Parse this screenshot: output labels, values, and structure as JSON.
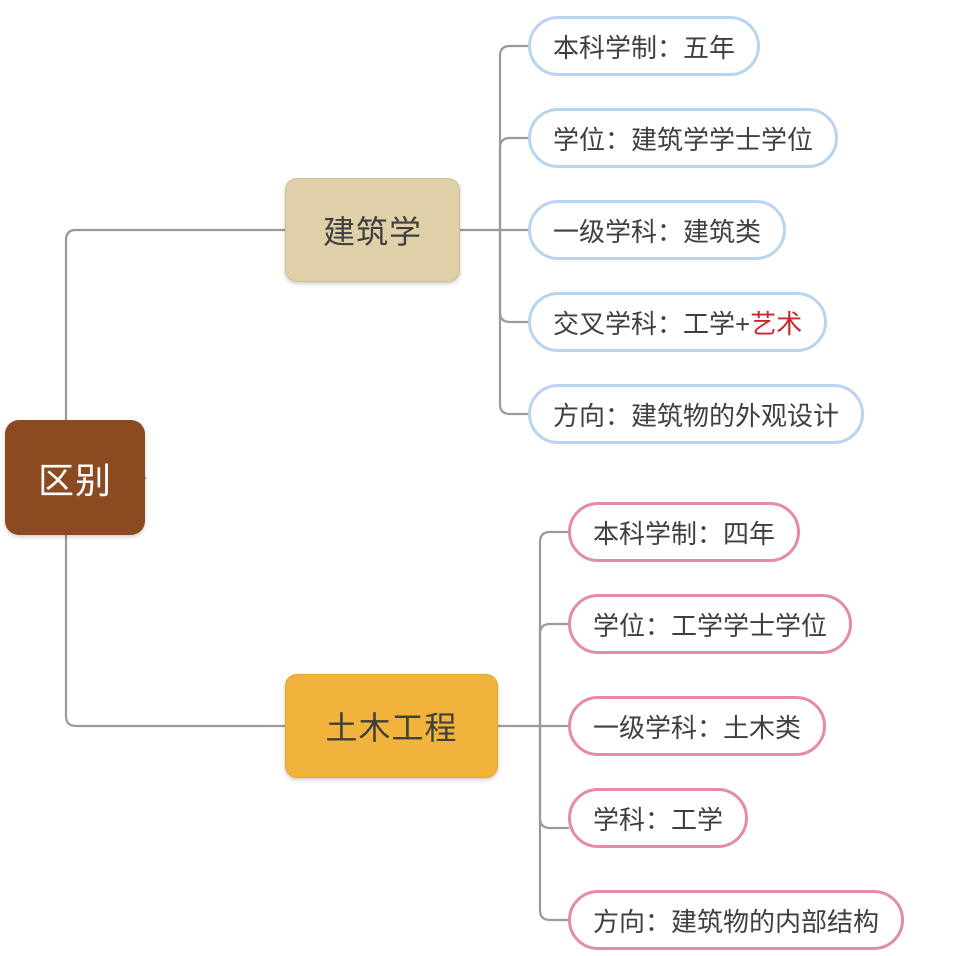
{
  "diagram": {
    "type": "mind-map",
    "title": "区别",
    "orientation": "left-to-right",
    "background": "#ffffff",
    "colors": {
      "root_fill": "#8B4A20",
      "root_text": "#ffffff",
      "branch_architecture_fill": "#DFD0A8",
      "branch_civil_fill": "#F2B33D",
      "leaf_border_architecture": "#B8D4F0",
      "leaf_border_civil": "#E589AD",
      "leaf_fill": "#ffffff",
      "text": "#3f3f3f",
      "accent_red": "#C62832",
      "connector": "#9a9a9a"
    }
  },
  "root": {
    "label": "区别"
  },
  "branches": [
    {
      "id": "architecture",
      "label": "建筑学",
      "style": "tan",
      "leaf_style": "blue",
      "leaves": [
        {
          "label": "本科学制：五年"
        },
        {
          "label": "学位：建筑学学士学位"
        },
        {
          "label": "一级学科：建筑类"
        },
        {
          "label": "交叉学科：工学+艺术",
          "prefix": "交叉学科：工学+",
          "accent": "艺术"
        },
        {
          "label": "方向：建筑物的外观设计"
        }
      ]
    },
    {
      "id": "civil-engineering",
      "label": "土木工程",
      "style": "amber",
      "leaf_style": "pink",
      "leaves": [
        {
          "label": "本科学制：四年"
        },
        {
          "label": "学位：工学学士学位"
        },
        {
          "label": "一级学科：土木类"
        },
        {
          "label": "学科：工学"
        },
        {
          "label": "方向：建筑物的内部结构"
        }
      ]
    }
  ]
}
